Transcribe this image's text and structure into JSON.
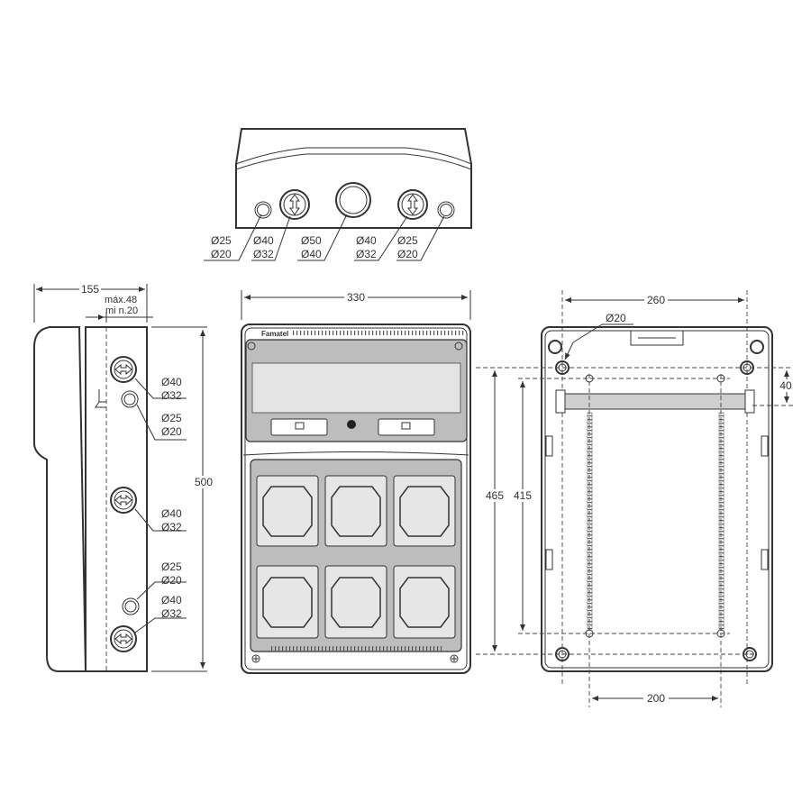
{
  "top_view": {
    "hole_labels": [
      {
        "line1": "Ø25",
        "line2": "Ø20"
      },
      {
        "line1": "Ø40",
        "line2": "Ø32"
      },
      {
        "line1": "Ø50",
        "line2": "Ø40"
      },
      {
        "line1": "Ø40",
        "line2": "Ø32"
      },
      {
        "line1": "Ø25",
        "line2": "Ø20"
      }
    ]
  },
  "side_view": {
    "width_dim": "155",
    "max_label": "máx.48",
    "min_label": "mi n.20",
    "height_dim": "500",
    "hole_labels": [
      {
        "line1": "Ø40",
        "line2": "Ø32"
      },
      {
        "line1": "Ø25",
        "line2": "Ø20"
      },
      {
        "line1": "Ø40",
        "line2": "Ø32"
      },
      {
        "line1": "Ø25",
        "line2": "Ø20"
      },
      {
        "line1": "Ø40",
        "line2": "Ø32"
      }
    ]
  },
  "front_view": {
    "width_dim": "330",
    "brand": "Famatel"
  },
  "back_view": {
    "width_dim": "260",
    "hole_label": "Ø20",
    "offset_dim": "40",
    "height_dim_outer": "465",
    "height_dim_inner": "415",
    "bottom_dim": "200"
  }
}
